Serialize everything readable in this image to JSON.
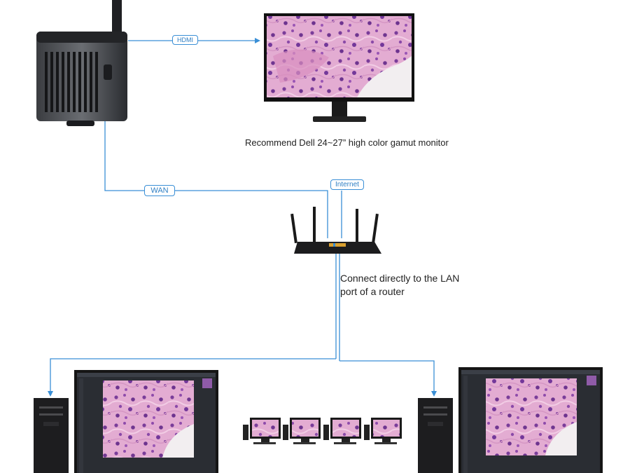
{
  "labels": {
    "hdmi": "HDMI",
    "wan": "WAN",
    "internet": "Internet"
  },
  "captions": {
    "monitor": "Recommend Dell 24~27” high color gamut monitor",
    "lan_line1": "Connect directly to the LAN",
    "lan_line2": "port of a router"
  },
  "colors": {
    "connector": "#3a8fd6",
    "tissue_pink": "#e7b3d6",
    "tissue_purple": "#7b3f9c"
  }
}
